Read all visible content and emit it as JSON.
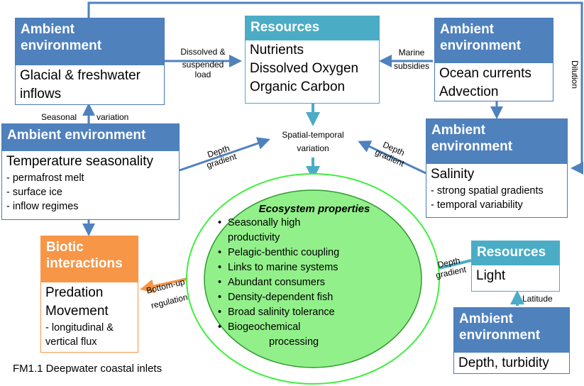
{
  "colors": {
    "blue": "#4f81bd",
    "teal": "#4bacc6",
    "orange": "#f79646",
    "green": "#92f08a",
    "green_border": "#3ec93e"
  },
  "boxes": {
    "glacial": {
      "header": "Ambient environment",
      "lines": [
        "Glacial & freshwater",
        "inflows"
      ]
    },
    "resources": {
      "header": "Resources",
      "lines": [
        "Nutrients",
        "Dissolved Oxygen",
        "Organic Carbon"
      ]
    },
    "ocean": {
      "header": "Ambient environment",
      "lines": [
        "Ocean currents",
        "Advection"
      ]
    },
    "temperature": {
      "header": "Ambient environment",
      "main": "Temperature seasonality",
      "bullets": [
        "- permafrost melt",
        "- surface ice",
        "- inflow regimes"
      ]
    },
    "salinity": {
      "header": "Ambient environment",
      "main": "Salinity",
      "bullets": [
        "- strong spatial gradients",
        "- temporal variability"
      ]
    },
    "biotic": {
      "header": "Biotic interactions",
      "lines": [
        "Predation",
        "Movement"
      ],
      "bullets": [
        "- longitudinal &",
        "vertical flux"
      ]
    },
    "light": {
      "header": "Resources",
      "main": "Light"
    },
    "depth": {
      "header": "Ambient environment",
      "main": "Depth, turbidity"
    }
  },
  "ecosystem": {
    "title": "Ecosystem properties",
    "items": [
      [
        "Seasonally high",
        "productivity"
      ],
      [
        "Pelagic-benthic coupling"
      ],
      [
        "Links to marine systems"
      ],
      [
        "Abundant consumers"
      ],
      [
        "Density-dependent fish"
      ],
      [
        "Broad salinity tolerance"
      ],
      [
        "Biogeochemical",
        "processing"
      ]
    ]
  },
  "labels": {
    "dissolved": [
      "Dissolved &",
      "suspended",
      "load"
    ],
    "marine": [
      "Marine",
      "subsidies"
    ],
    "seasonal_a": "Seasonal",
    "seasonal_b": "variation",
    "dilution": "Dilution",
    "spatial": [
      "Spatial-temporal",
      "variation"
    ],
    "depth_grad_left": [
      "Depth",
      "gradient"
    ],
    "depth_grad_right": [
      "Depth",
      "gradient"
    ],
    "depth_grad_light": [
      "Depth",
      "gradient"
    ],
    "bottom_up": [
      "Bottom-up",
      "regulation"
    ],
    "latitude": "Latitude"
  },
  "caption": "FM1.1 Deepwater coastal inlets"
}
